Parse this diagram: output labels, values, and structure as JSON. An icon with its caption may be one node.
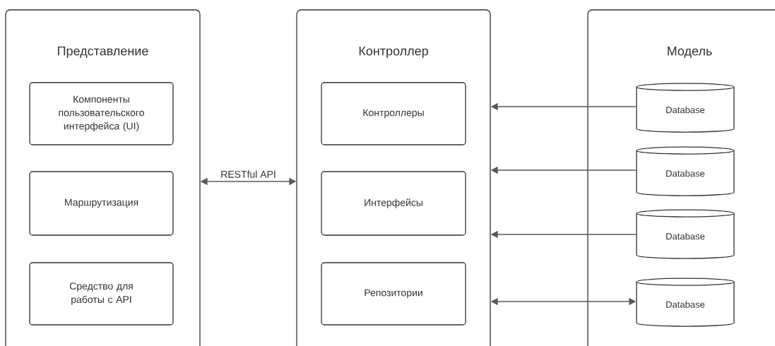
{
  "diagram": {
    "nodes": [
      {
        "text": [
          "Представление"
        ]
      },
      {
        "text": [
          "Компоненты пользовательского интерфейса (UI)"
        ],
        "in": 0
      },
      {
        "text": [
          "Маршрутизация"
        ],
        "in": 0
      },
      {
        "text": [
          "Средство для работы с API"
        ],
        "in": 0
      },
      {
        "text": [
          "Контроллер"
        ]
      },
      {
        "text": [
          "Контроллеры"
        ],
        "in": 4
      },
      {
        "text": [
          "Интерфейсы"
        ],
        "in": 4
      },
      {
        "text": [
          "Репозитории"
        ],
        "in": 4
      },
      {
        "text": [
          "Модель"
        ]
      },
      {
        "text": [
          "Database"
        ],
        "in": 8
      },
      {
        "text": [
          "Database"
        ],
        "in": 8
      },
      {
        "text": [
          "Database"
        ],
        "in": 8
      },
      {
        "text": [
          "Database"
        ],
        "in": 8
      }
    ],
    "edges": [
      {
        "from": 0,
        "to": 4,
        "arrow": "both",
        "label": "RESTful API"
      },
      {
        "from": 9,
        "to": 4,
        "arrow": "to"
      },
      {
        "from": 10,
        "to": 4,
        "arrow": "to"
      },
      {
        "from": 11,
        "to": 4,
        "arrow": "to"
      },
      {
        "from": 4,
        "to": 12,
        "arrow": "both"
      }
    ]
  }
}
